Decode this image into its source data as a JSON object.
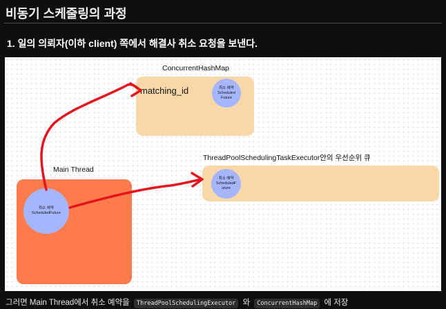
{
  "page": {
    "title": "비동기 스케줄링의 과정",
    "section_heading": "1. 일의 의뢰자(이하 client) 쪽에서 해결사 취소 요청을 보낸다."
  },
  "diagram": {
    "map_label": "ConcurrentHashMap",
    "map_key": "matching_id",
    "map_future": [
      "취소 예약",
      "Scheduled",
      "Future"
    ],
    "queue_label": "ThreadPoolSchedulingTaskExecutor안의 우선순위 큐",
    "queue_future": [
      "취소 예약",
      "ScheduledF",
      "uture"
    ],
    "main_label": "Main Thread",
    "main_future": [
      "취소 예약",
      "ScheduledFuture"
    ],
    "colors": {
      "container_fill": "#f8d8a8",
      "main_thread_fill": "#fe7c4b",
      "future_fill": "#a5b6ff",
      "arrow": "#e5141e"
    }
  },
  "footer": {
    "text_1": "그러면 Main Thread에서 취소 예약을",
    "code_1": "ThreadPoolSchedulingExecutor",
    "text_2": "와",
    "code_2": "ConcurrentHashMap",
    "text_3": "에 저장"
  }
}
